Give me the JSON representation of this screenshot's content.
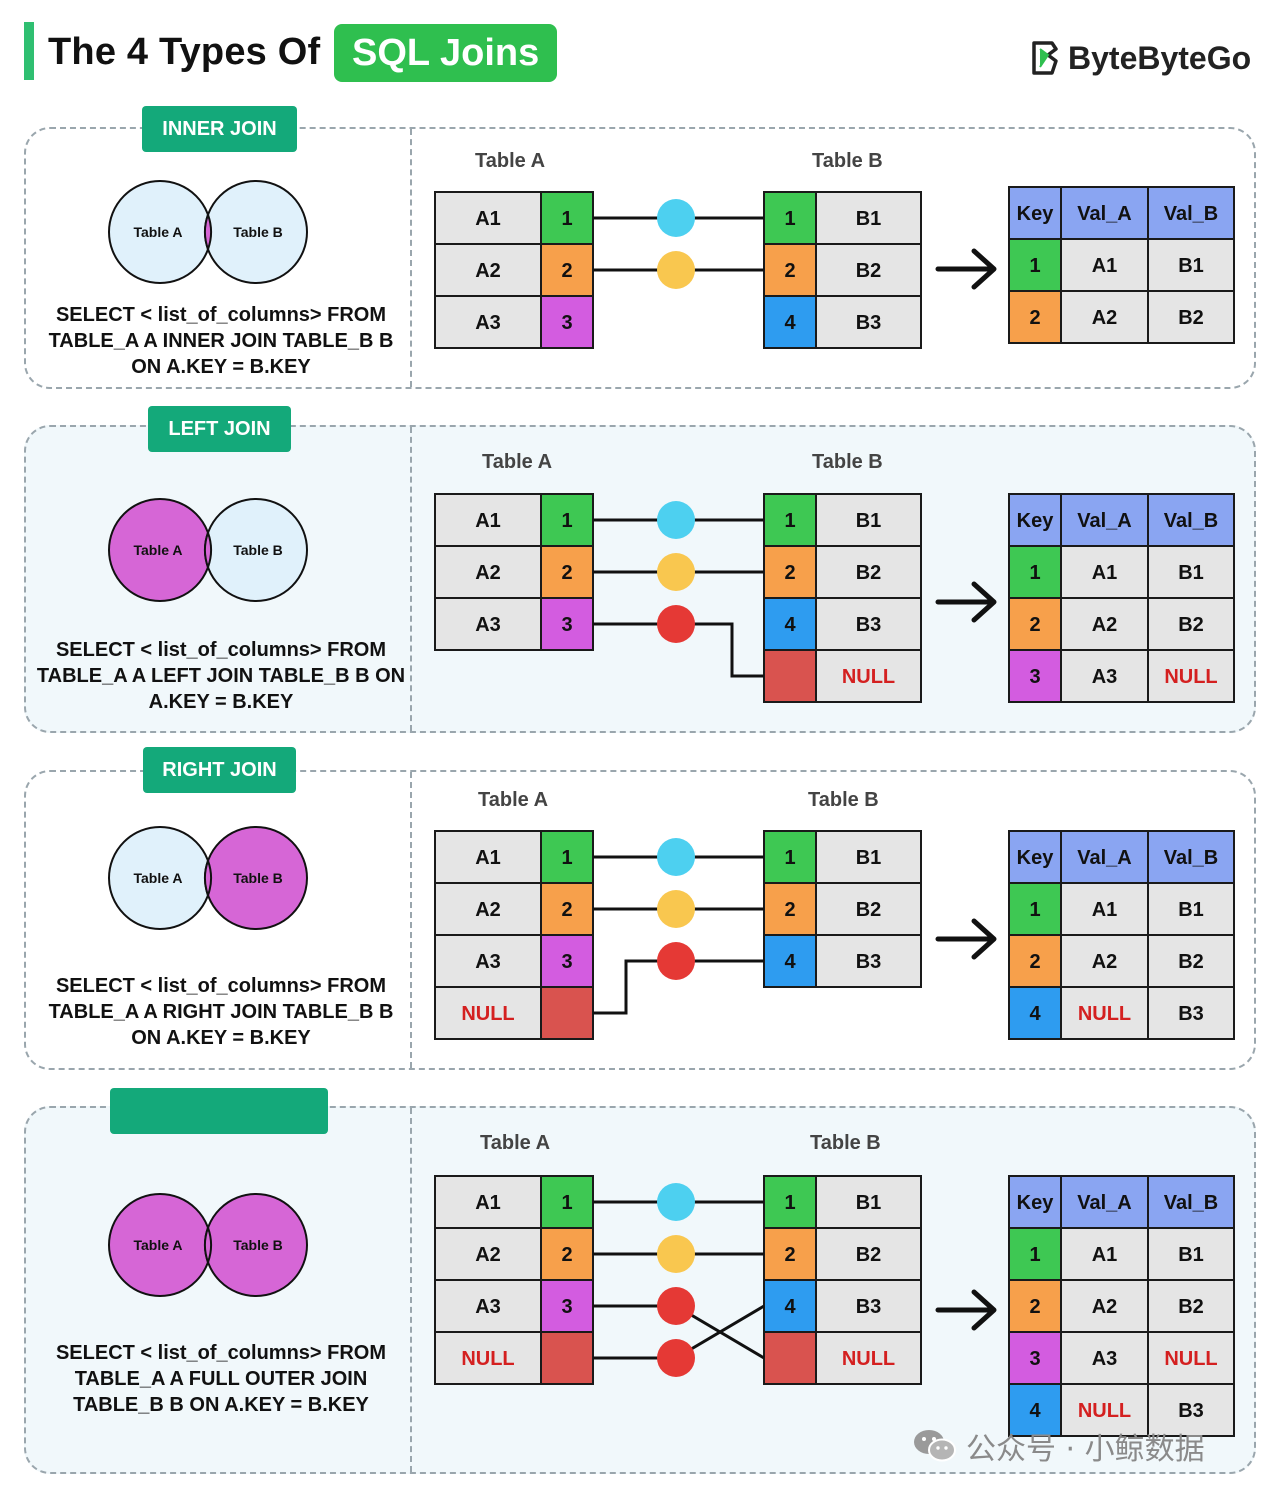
{
  "header": {
    "title": "The 4 Types Of",
    "highlight": "SQL Joins",
    "brand": "ByteByteGo",
    "brand_color": "#2fbf4f",
    "pill_color": "#14a97a"
  },
  "colors": {
    "k1": "#3ec853",
    "k2": "#f7a04b",
    "k3": "#d35ce0",
    "k4": "#2e9cf0",
    "nullcell": "#d9534f",
    "gray": "#e5e5e5",
    "header": "#8aa5f2",
    "dot_cyan": "#4dd0f0",
    "dot_yellow": "#f9c74f",
    "dot_red": "#e53935",
    "null_text": "#d42020",
    "venn_light": "#e0f1fb",
    "venn_fill": "#d666d6"
  },
  "labels": {
    "table_a": "Table A",
    "table_b": "Table B",
    "null": "NULL"
  },
  "result_headers": [
    "Key",
    "Val_A",
    "Val_B"
  ],
  "sections": [
    {
      "name": "INNER JOIN",
      "venn": "inner",
      "sql": [
        "SELECT < list_of_columns> FROM",
        "TABLE_A A INNER JOIN TABLE_B B",
        "ON A.KEY = B.KEY"
      ],
      "table_a": [
        [
          "A1",
          "1"
        ],
        [
          "A2",
          "2"
        ],
        [
          "A3",
          "3"
        ]
      ],
      "table_b": [
        [
          "1",
          "B1"
        ],
        [
          "2",
          "B2"
        ],
        [
          "4",
          "B3"
        ]
      ],
      "result": [
        [
          "1",
          "A1",
          "B1"
        ],
        [
          "2",
          "A2",
          "B2"
        ]
      ]
    },
    {
      "name": "LEFT JOIN",
      "venn": "left",
      "sql": [
        "SELECT < list_of_columns> FROM",
        "TABLE_A A LEFT JOIN TABLE_B B ON",
        "A.KEY = B.KEY"
      ],
      "table_a": [
        [
          "A1",
          "1"
        ],
        [
          "A2",
          "2"
        ],
        [
          "A3",
          "3"
        ]
      ],
      "table_b": [
        [
          "1",
          "B1"
        ],
        [
          "2",
          "B2"
        ],
        [
          "4",
          "B3"
        ],
        [
          "",
          "NULL"
        ]
      ],
      "result": [
        [
          "1",
          "A1",
          "B1"
        ],
        [
          "2",
          "A2",
          "B2"
        ],
        [
          "3",
          "A3",
          "NULL"
        ]
      ]
    },
    {
      "name": "RIGHT JOIN",
      "venn": "right",
      "sql": [
        "SELECT < list_of_columns> FROM",
        "TABLE_A A RIGHT JOIN TABLE_B B",
        "ON A.KEY = B.KEY"
      ],
      "table_a": [
        [
          "A1",
          "1"
        ],
        [
          "A2",
          "2"
        ],
        [
          "A3",
          "3"
        ],
        [
          "NULL",
          ""
        ]
      ],
      "table_b": [
        [
          "1",
          "B1"
        ],
        [
          "2",
          "B2"
        ],
        [
          "4",
          "B3"
        ]
      ],
      "result": [
        [
          "1",
          "A1",
          "B1"
        ],
        [
          "2",
          "A2",
          "B2"
        ],
        [
          "4",
          "NULL",
          "B3"
        ]
      ]
    },
    {
      "name": "",
      "venn": "full",
      "sql": [
        "SELECT < list_of_columns> FROM",
        "TABLE_A A FULL OUTER JOIN",
        "TABLE_B B ON A.KEY = B.KEY"
      ],
      "table_a": [
        [
          "A1",
          "1"
        ],
        [
          "A2",
          "2"
        ],
        [
          "A3",
          "3"
        ],
        [
          "NULL",
          ""
        ]
      ],
      "table_b": [
        [
          "1",
          "B1"
        ],
        [
          "2",
          "B2"
        ],
        [
          "4",
          "B3"
        ],
        [
          "",
          "NULL"
        ]
      ],
      "result": [
        [
          "1",
          "A1",
          "B1"
        ],
        [
          "2",
          "A2",
          "B2"
        ],
        [
          "3",
          "A3",
          "NULL"
        ],
        [
          "4",
          "NULL",
          "B3"
        ]
      ]
    }
  ],
  "watermark": "公众号 · 小鲸数据"
}
